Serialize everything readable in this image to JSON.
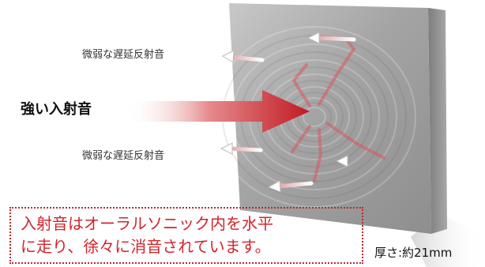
{
  "labels": {
    "reflect_upper": "微弱な遅延反射音",
    "incident": "強い入射音",
    "reflect_lower": "微弱な遅延反射音"
  },
  "caption": {
    "line1": "入射音はオーラルソニック内を水平",
    "line2": "に走り、徐々に消音されています。"
  },
  "thickness": "厚さ:約21mm",
  "colors": {
    "accent_red": "#d2252b",
    "panel_gray": "#a9a9a9",
    "arrow_white": "#ffffff"
  }
}
